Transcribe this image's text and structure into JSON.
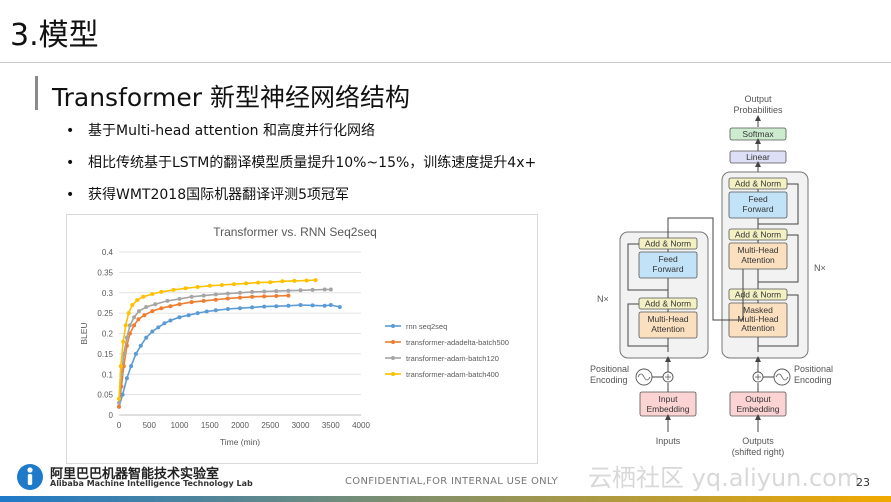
{
  "slide": {
    "title": "3.模型",
    "subtitle": "Transformer 新型神经网络结构",
    "bullets": [
      "基于Multi-head attention 和高度并行化网络",
      "相比传统基于LSTM的翻译模型质量提升10%~15%，训练速度提升4x+",
      "获得WMT2018国际机器翻译评测5项冠军"
    ],
    "bullet_glyph": "•",
    "confidential": "CONFIDENTIAL,FOR INTERNAL USE ONLY",
    "page_number": "23",
    "watermark": "云栖社区 yq.aliyun.com",
    "logo": {
      "name_cn": "阿里巴巴机器智能技术实验室",
      "name_en": "Alibaba Machine Intelligence Technology Lab",
      "icon": "alibaba-mit-lab-logo-icon",
      "color": "#1f7ac9"
    },
    "accent_colors": {
      "strip_left": "#1f7ac9",
      "strip_right": "#f2a900"
    }
  },
  "diagram": {
    "output_probabilities": [
      "Output",
      "Probabilities"
    ],
    "softmax": "Softmax",
    "linear": "Linear",
    "add_norm": "Add & Norm",
    "feed_forward": [
      "Feed",
      "Forward"
    ],
    "multi_head_attention": [
      "Multi-Head",
      "Attention"
    ],
    "masked_multi_head_attention": [
      "Masked",
      "Multi-Head",
      "Attention"
    ],
    "nx": "N×",
    "positional_encoding": [
      "Positional",
      "Encoding"
    ],
    "input_embedding": [
      "Input",
      "Embedding"
    ],
    "output_embedding": [
      "Output",
      "Embedding"
    ],
    "inputs": "Inputs",
    "outputs": [
      "Outputs",
      "(shifted right)"
    ],
    "colors": {
      "add_norm": "#f3f1c3",
      "feed_forward": "#c2e3f7",
      "attention": "#fbe0c0",
      "embedding": "#fbd3d3",
      "softmax": "#cdeccf",
      "linear": "#dcdff5"
    }
  },
  "chart_data": {
    "type": "line",
    "title": "Transformer vs. RNN Seq2seq",
    "xlabel": "Time (min)",
    "ylabel": "BLEU",
    "xlim": [
      0,
      4000
    ],
    "ylim": [
      0,
      0.4
    ],
    "xticks": [
      0,
      500,
      1000,
      1500,
      2000,
      2500,
      3000,
      3500,
      4000
    ],
    "yticks": [
      0,
      0.05,
      0.1,
      0.15,
      0.2,
      0.25,
      0.3,
      0.35,
      0.4
    ],
    "grid": true,
    "legend": "right",
    "series": [
      {
        "name": "rnn seq2seq",
        "color": "#5b9bd5",
        "points": [
          [
            0,
            0.02
          ],
          [
            60,
            0.05
          ],
          [
            130,
            0.09
          ],
          [
            200,
            0.12
          ],
          [
            280,
            0.15
          ],
          [
            360,
            0.17
          ],
          [
            450,
            0.19
          ],
          [
            550,
            0.205
          ],
          [
            650,
            0.215
          ],
          [
            750,
            0.225
          ],
          [
            850,
            0.232
          ],
          [
            1000,
            0.24
          ],
          [
            1150,
            0.245
          ],
          [
            1300,
            0.25
          ],
          [
            1450,
            0.254
          ],
          [
            1600,
            0.257
          ],
          [
            1800,
            0.26
          ],
          [
            2000,
            0.262
          ],
          [
            2200,
            0.264
          ],
          [
            2400,
            0.266
          ],
          [
            2600,
            0.267
          ],
          [
            2800,
            0.268
          ],
          [
            3000,
            0.27
          ],
          [
            3200,
            0.269
          ],
          [
            3400,
            0.268
          ],
          [
            3500,
            0.27
          ],
          [
            3650,
            0.265
          ]
        ]
      },
      {
        "name": "transformer-adadelta-batch500",
        "color": "#ed7d31",
        "points": [
          [
            0,
            0.02
          ],
          [
            40,
            0.07
          ],
          [
            80,
            0.12
          ],
          [
            130,
            0.17
          ],
          [
            180,
            0.2
          ],
          [
            250,
            0.22
          ],
          [
            320,
            0.235
          ],
          [
            420,
            0.245
          ],
          [
            550,
            0.255
          ],
          [
            700,
            0.262
          ],
          [
            850,
            0.267
          ],
          [
            1000,
            0.272
          ],
          [
            1200,
            0.277
          ],
          [
            1400,
            0.28
          ],
          [
            1600,
            0.283
          ],
          [
            1800,
            0.286
          ],
          [
            2000,
            0.288
          ],
          [
            2200,
            0.29
          ],
          [
            2400,
            0.291
          ],
          [
            2600,
            0.292
          ],
          [
            2800,
            0.293
          ]
        ]
      },
      {
        "name": "transformer-adam-batch120",
        "color": "#a5a5a5",
        "points": [
          [
            0,
            0.03
          ],
          [
            40,
            0.1
          ],
          [
            80,
            0.15
          ],
          [
            130,
            0.19
          ],
          [
            180,
            0.22
          ],
          [
            250,
            0.24
          ],
          [
            330,
            0.255
          ],
          [
            450,
            0.265
          ],
          [
            600,
            0.272
          ],
          [
            800,
            0.28
          ],
          [
            1000,
            0.285
          ],
          [
            1200,
            0.29
          ],
          [
            1400,
            0.293
          ],
          [
            1600,
            0.296
          ],
          [
            1800,
            0.298
          ],
          [
            2000,
            0.3
          ],
          [
            2200,
            0.302
          ],
          [
            2400,
            0.303
          ],
          [
            2600,
            0.304
          ],
          [
            2800,
            0.305
          ],
          [
            3000,
            0.306
          ],
          [
            3200,
            0.307
          ],
          [
            3400,
            0.308
          ],
          [
            3500,
            0.308
          ]
        ]
      },
      {
        "name": "transformer-adam-batch400",
        "color": "#ffc000",
        "points": [
          [
            0,
            0.04
          ],
          [
            30,
            0.12
          ],
          [
            70,
            0.18
          ],
          [
            110,
            0.22
          ],
          [
            160,
            0.25
          ],
          [
            220,
            0.27
          ],
          [
            300,
            0.282
          ],
          [
            400,
            0.29
          ],
          [
            550,
            0.297
          ],
          [
            700,
            0.302
          ],
          [
            900,
            0.307
          ],
          [
            1100,
            0.311
          ],
          [
            1300,
            0.314
          ],
          [
            1500,
            0.317
          ],
          [
            1700,
            0.319
          ],
          [
            1900,
            0.321
          ],
          [
            2100,
            0.323
          ],
          [
            2300,
            0.325
          ],
          [
            2500,
            0.326
          ],
          [
            2700,
            0.328
          ],
          [
            2900,
            0.329
          ],
          [
            3100,
            0.33
          ],
          [
            3250,
            0.331
          ]
        ]
      }
    ]
  }
}
